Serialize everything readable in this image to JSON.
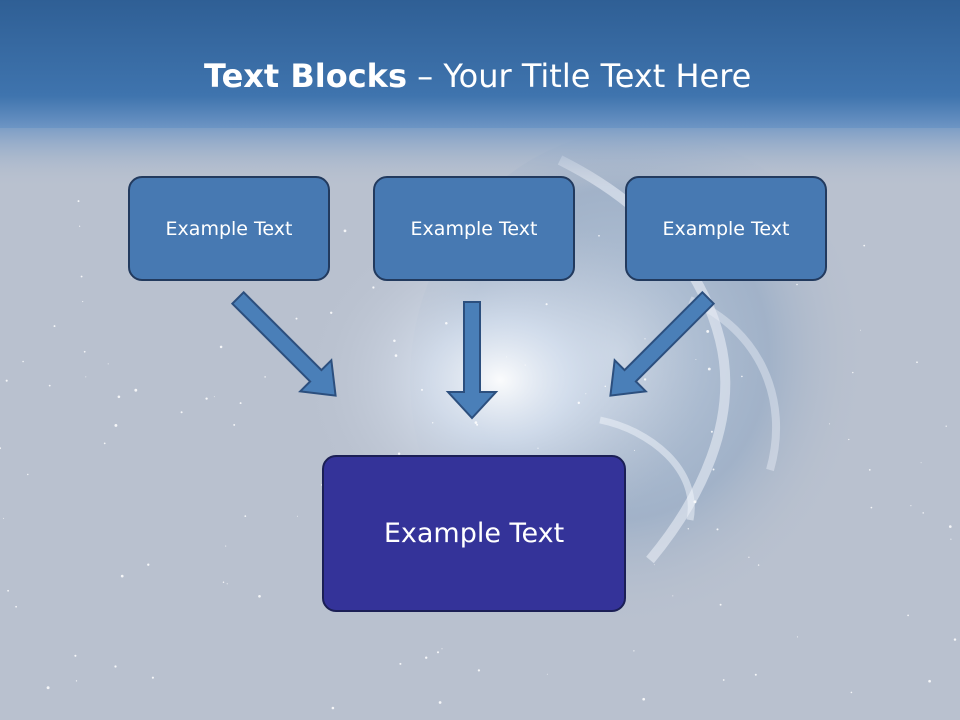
{
  "title": {
    "bold": "Text Blocks",
    "dash": " – ",
    "rest": "Your Title Text Here"
  },
  "blocks": [
    {
      "label": "Example Text"
    },
    {
      "label": "Example Text"
    },
    {
      "label": "Example Text"
    }
  ],
  "main_block": {
    "label": "Example Text"
  },
  "colors": {
    "header_blue": "#3a6ea8",
    "block_fill": "#4779b2",
    "main_fill": "#343399",
    "arrow_fill": "#4a7fb8",
    "arrow_stroke": "#2c4f7e"
  }
}
